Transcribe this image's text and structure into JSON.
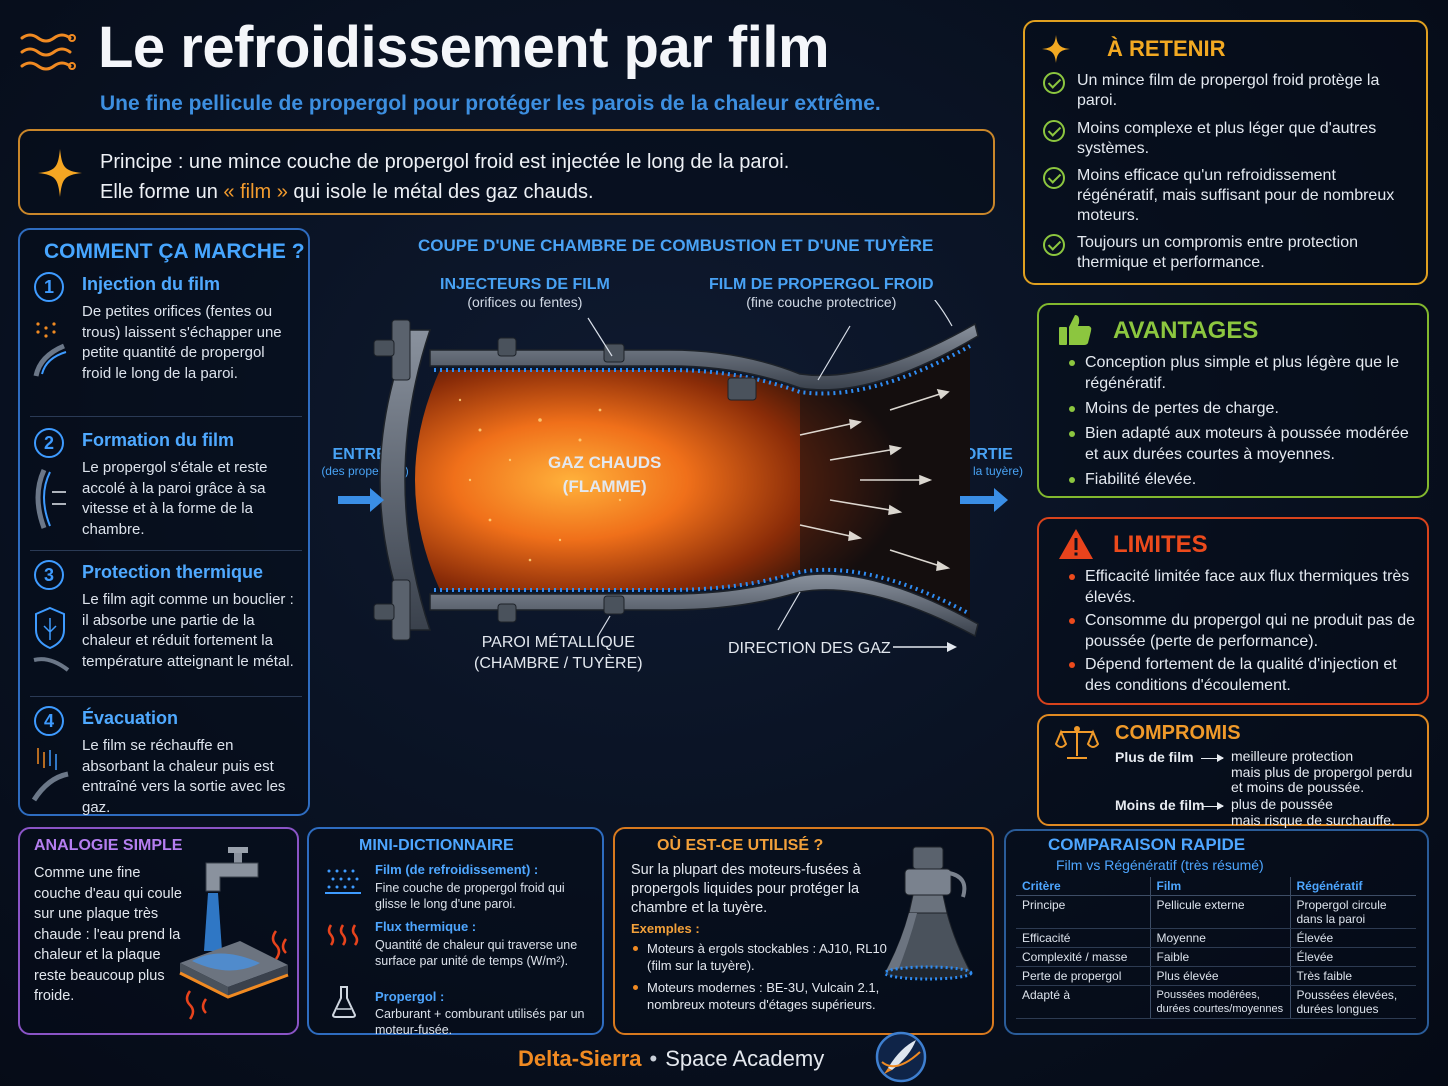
{
  "header": {
    "title": "Le refroidissement par film",
    "subtitle": "Une fine pellicule de propergol pour protéger les parois de la chaleur extrême."
  },
  "principle": {
    "line1": "Principe : une mince couche de propergol froid est injectée le long de la paroi.",
    "line2_a": "Elle forme un ",
    "line2_film": "« film »",
    "line2_b": " qui isole le métal des gaz chauds."
  },
  "how": {
    "title": "COMMENT ÇA MARCHE ?",
    "steps": [
      {
        "num": "1",
        "title": "Injection du film",
        "desc": "De petites orifices (fentes ou trous) laissent s'échapper une petite quantité de propergol froid le long de la paroi."
      },
      {
        "num": "2",
        "title": "Formation du film",
        "desc": "Le propergol s'étale et reste accolé à la paroi grâce à sa vitesse et à la forme de la chambre."
      },
      {
        "num": "3",
        "title": "Protection thermique",
        "desc": "Le film agit comme un bouclier : il absorbe une partie de la chaleur et réduit fortement la température atteignant le métal."
      },
      {
        "num": "4",
        "title": "Évacuation",
        "desc": "Le film se réchauffe en absorbant la chaleur puis est entraîné vers la sortie avec les gaz."
      }
    ]
  },
  "diagram": {
    "title": "COUPE D'UNE CHAMBRE DE COMBUSTION ET D'UNE TUYÈRE",
    "injectors": {
      "title": "INJECTEURS DE FILM",
      "sub": "(orifices ou fentes)"
    },
    "film": {
      "title": "FILM DE PROPERGOL FROID",
      "sub": "(fine couche protectrice)"
    },
    "entry": {
      "title": "ENTRÉE",
      "sub": "(des propergols)"
    },
    "exit": {
      "title": "SORTIE",
      "sub": "(vers la tuyère)"
    },
    "gas_line1": "GAZ CHAUDS",
    "gas_line2": "(FLAMME)",
    "wall_line1": "PAROI MÉTALLIQUE",
    "wall_line2": "(CHAMBRE / TUYÈRE)",
    "direction": "DIRECTION DES GAZ"
  },
  "retain": {
    "title": "À RETENIR",
    "items": [
      "Un mince film de propergol froid protège la paroi.",
      "Moins complexe et plus léger que d'autres systèmes.",
      "Moins efficace qu'un refroidissement régénératif, mais suffisant pour de nombreux moteurs.",
      "Toujours un compromis entre protection thermique et performance."
    ]
  },
  "advantages": {
    "title": "AVANTAGES",
    "items": [
      "Conception plus simple et plus légère que le régénératif.",
      "Moins de pertes de charge.",
      "Bien adapté aux moteurs à poussée modérée et aux durées courtes à moyennes.",
      "Fiabilité élevée."
    ]
  },
  "limits": {
    "title": "LIMITES",
    "items": [
      "Efficacité limitée face aux flux thermiques très élevés.",
      "Consomme du propergol qui ne produit pas de poussée (perte de performance).",
      "Dépend fortement de la qualité d'injection et des conditions d'écoulement."
    ]
  },
  "compromise": {
    "title": "COMPROMIS",
    "row1_left": "Plus de film",
    "row1_r1": "meilleure protection",
    "row1_r2": "mais plus de propergol perdu",
    "row1_r3": "et moins de poussée.",
    "row2_left": "Moins de film",
    "row2_r1": "plus de poussée",
    "row2_r2": "mais risque de surchauffe."
  },
  "analogy": {
    "title": "ANALOGIE SIMPLE",
    "text": "Comme une fine couche d'eau qui coule sur une plaque très chaude : l'eau prend la chaleur et la plaque reste beaucoup plus froide."
  },
  "dictionary": {
    "title": "MINI-DICTIONNAIRE",
    "entries": [
      {
        "term": "Film (de refroidissement) :",
        "def": "Fine couche de propergol froid qui glisse le long d'une paroi."
      },
      {
        "term": "Flux thermique :",
        "def": "Quantité de chaleur qui traverse une surface par unité de temps (W/m²)."
      },
      {
        "term": "Propergol :",
        "def": "Carburant + comburant utilisés par un moteur-fusée."
      }
    ]
  },
  "used": {
    "title": "OÙ EST-CE UTILISÉ ?",
    "text": "Sur la plupart des moteurs-fusées à propergols liquides pour protéger la chambre et la tuyère.",
    "examples_label": "Exemples :",
    "examples": [
      "Moteurs à ergols stockables : AJ10, RL10 (film sur la tuyère).",
      "Moteurs modernes : BE-3U, Vulcain 2.1, nombreux moteurs d'étages supérieurs."
    ]
  },
  "comparison": {
    "title": "COMPARAISON RAPIDE",
    "subtitle": "Film vs Régénératif (très résumé)",
    "headers": [
      "Critère",
      "Film",
      "Régénératif"
    ],
    "rows": [
      [
        "Principe",
        "Pellicule externe",
        "Propergol circule dans la paroi"
      ],
      [
        "Efficacité",
        "Moyenne",
        "Élevée"
      ],
      [
        "Complexité / masse",
        "Faible",
        "Élevée"
      ],
      [
        "Perte de propergol",
        "Plus élevée",
        "Très faible"
      ],
      [
        "Adapté à",
        "Poussées modérées, durées courtes/moyennes",
        "Poussées élevées, durées longues"
      ]
    ]
  },
  "footer": {
    "brand": "Delta-Sierra",
    "sep": "•",
    "academy": "Space Academy"
  },
  "colors": {
    "accent_blue": "#4aa3f5",
    "accent_orange": "#f08a22",
    "accent_green": "#8cc63f",
    "accent_red": "#ec4a1c",
    "accent_purple": "#b57ef0"
  }
}
